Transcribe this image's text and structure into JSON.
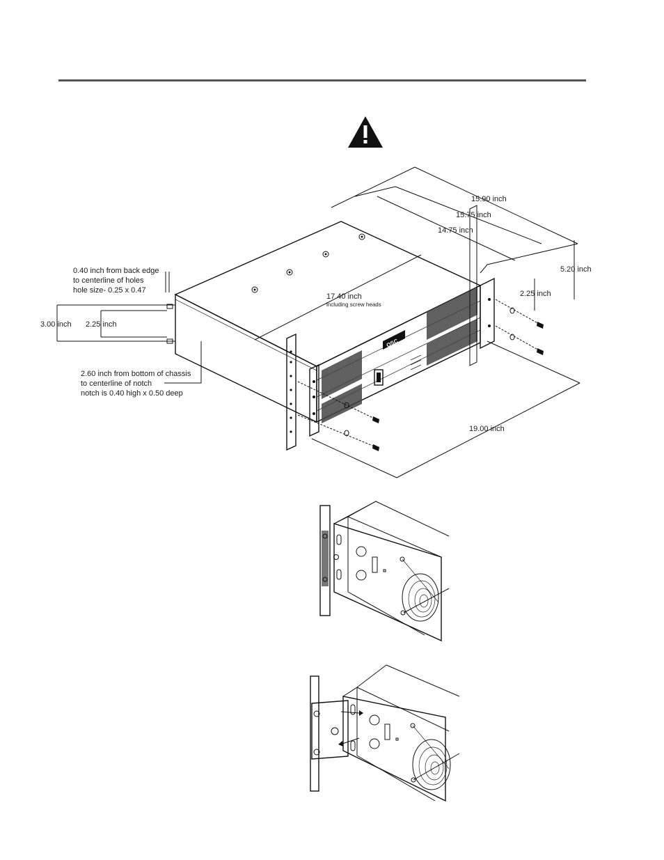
{
  "icons": {
    "warning": "warning-triangle-icon",
    "brand": "QSC"
  },
  "dimensions": {
    "depth_overall": "15.90 inch",
    "depth_ears": "15.75 inch",
    "depth_chassis": "14.75 inch",
    "height_overall": "5.20 inch",
    "ear_hole_spacing": "2.25 inch",
    "width_heads_1": "17.40 inch",
    "width_heads_2": "including screw heads",
    "rack_width": "19.00 inch",
    "rear_height": "3.00 inch",
    "rear_hole_spacing": "2.25 inch",
    "rear_holes_1": "0.40 inch from back edge",
    "rear_holes_2": "to centerline of holes",
    "rear_holes_3": "hole size- 0.25 x 0.47",
    "notch_1": "2.60 inch from bottom of chassis",
    "notch_2": "to centerline of notch",
    "notch_3": "notch is 0.40 high x 0.50 deep"
  }
}
